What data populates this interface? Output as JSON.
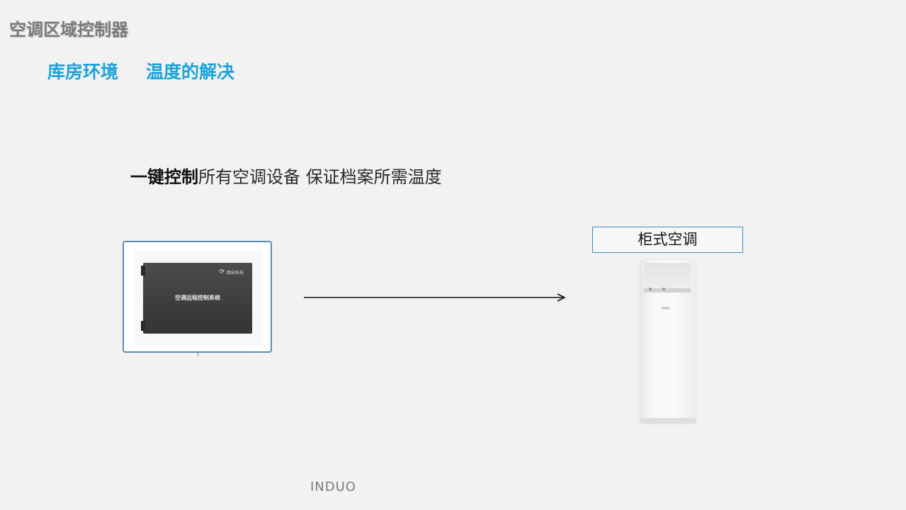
{
  "header": {
    "title": "空调区域控制器",
    "subtitle_left": "库房环境",
    "subtitle_right": "温度的解决"
  },
  "tagline": {
    "emphasis": "一键控制",
    "rest": "所有空调设备 保证档案所需温度"
  },
  "controller_device": {
    "label": "空调远程控制系统",
    "logo_text": "图朵科技"
  },
  "air_conditioner": {
    "label": "柜式空调"
  },
  "footer": {
    "brand": "INDUO"
  },
  "colors": {
    "accent": "#1aa3dc",
    "frame_border": "#5b8bb8",
    "label_border": "#3c8ec2",
    "background": "#f2f2f2"
  }
}
